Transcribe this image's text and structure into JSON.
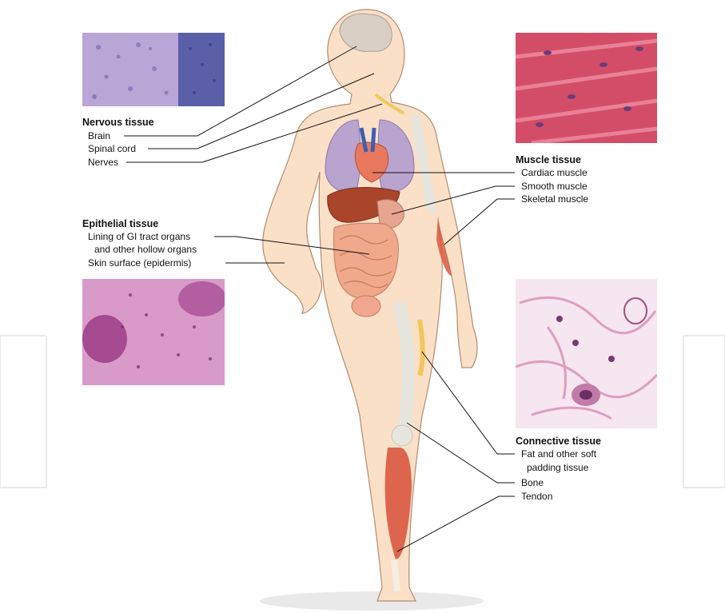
{
  "nervous": {
    "heading": "Nervous tissue",
    "items": [
      "Brain",
      "Spinal cord",
      "Nerves"
    ]
  },
  "epithelial": {
    "heading": "Epithelial tissue",
    "items": [
      "Lining of GI tract organs",
      "and other hollow organs",
      "Skin surface (epidermis)"
    ]
  },
  "muscle": {
    "heading": "Muscle tissue",
    "items": [
      "Cardiac muscle",
      "Smooth muscle",
      "Skeletal muscle"
    ]
  },
  "connective": {
    "heading": "Connective tissue",
    "items": [
      "Fat and other soft",
      "padding tissue",
      "Bone",
      "Tendon"
    ]
  },
  "colors": {
    "skin": "#fbe0c8",
    "skin_outline": "#b48a6c",
    "nervous_micro": "#9b86c4",
    "muscle_micro": "#d8526e",
    "epithelial_micro": "#c06aa8",
    "connective_micro": "#f1d8e6",
    "lungs": "#b9a3cf",
    "liver": "#a8452b",
    "intestine": "#f0a88a",
    "bone": "#e6e6de",
    "muscle": "#d9583f",
    "nerve": "#f2c75a"
  }
}
